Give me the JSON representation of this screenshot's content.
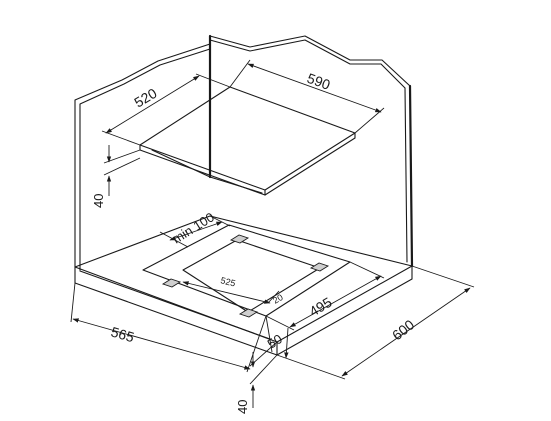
{
  "diagram": {
    "line_color": "#1a1a1a",
    "fill_color": "#ffffff",
    "hob_fill": "#f6f6f6",
    "bracket_fill": "#cfcfcf",
    "dimensions": {
      "hob_width": "590",
      "hob_depth": "520",
      "hob_height": "40",
      "clearance": "min 100",
      "bracket_spacing": "525",
      "bracket_offset": "20",
      "cutout_depth": "495",
      "cutout_width": "565",
      "front_margin": "50",
      "worktop_depth": "600",
      "worktop_thickness": "40"
    }
  }
}
